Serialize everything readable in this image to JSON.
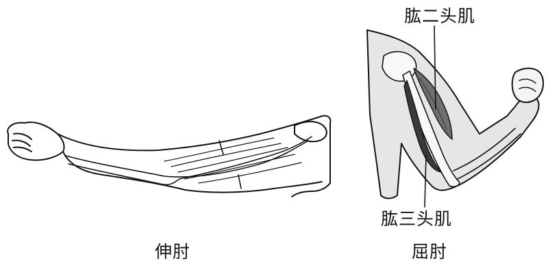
{
  "figure": {
    "labels": {
      "biceps": "肱二头肌",
      "triceps": "肱三头肌"
    },
    "captions": {
      "left": "伸肘",
      "right": "屈肘"
    }
  }
}
